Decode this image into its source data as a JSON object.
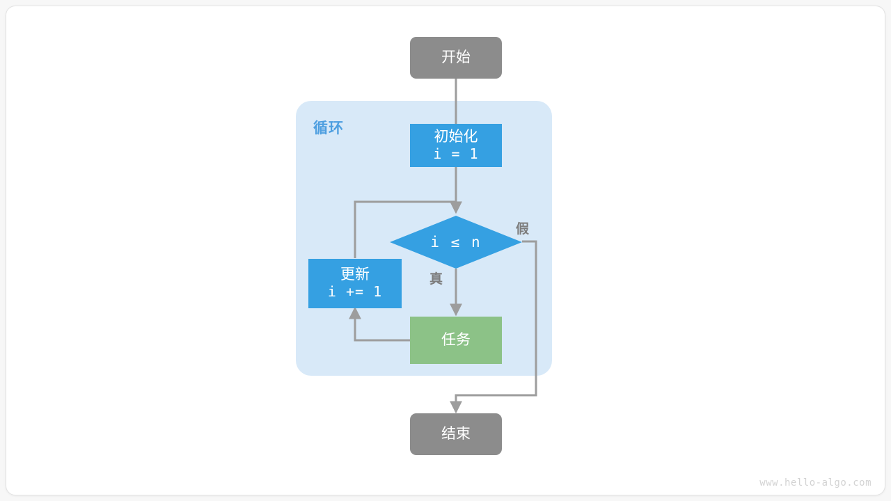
{
  "diagram": {
    "title_watermark": "www.hello-algo.com",
    "loop_container_label": "循环",
    "colors": {
      "terminal": "#8c8c8c",
      "process": "#35a0e2",
      "task": "#8cc287",
      "loop_container": "#d8e9f8",
      "loop_label": "#4e9fe0",
      "connector": "#9d9d9d",
      "edge_label": "#7d7d7d",
      "frame_border": "#e2e2e2",
      "watermark": "#d3d3d3"
    },
    "nodes": {
      "start": {
        "label": "开始",
        "shape": "terminal"
      },
      "init": {
        "label": "初始化",
        "code": "i = 1",
        "shape": "process"
      },
      "condition": {
        "label": "i ≤ n",
        "shape": "decision"
      },
      "update": {
        "label": "更新",
        "code": "i += 1",
        "shape": "process"
      },
      "task": {
        "label": "任务",
        "shape": "task"
      },
      "end": {
        "label": "结束",
        "shape": "terminal"
      }
    },
    "edge_labels": {
      "true_branch": "真",
      "false_branch": "假"
    }
  }
}
